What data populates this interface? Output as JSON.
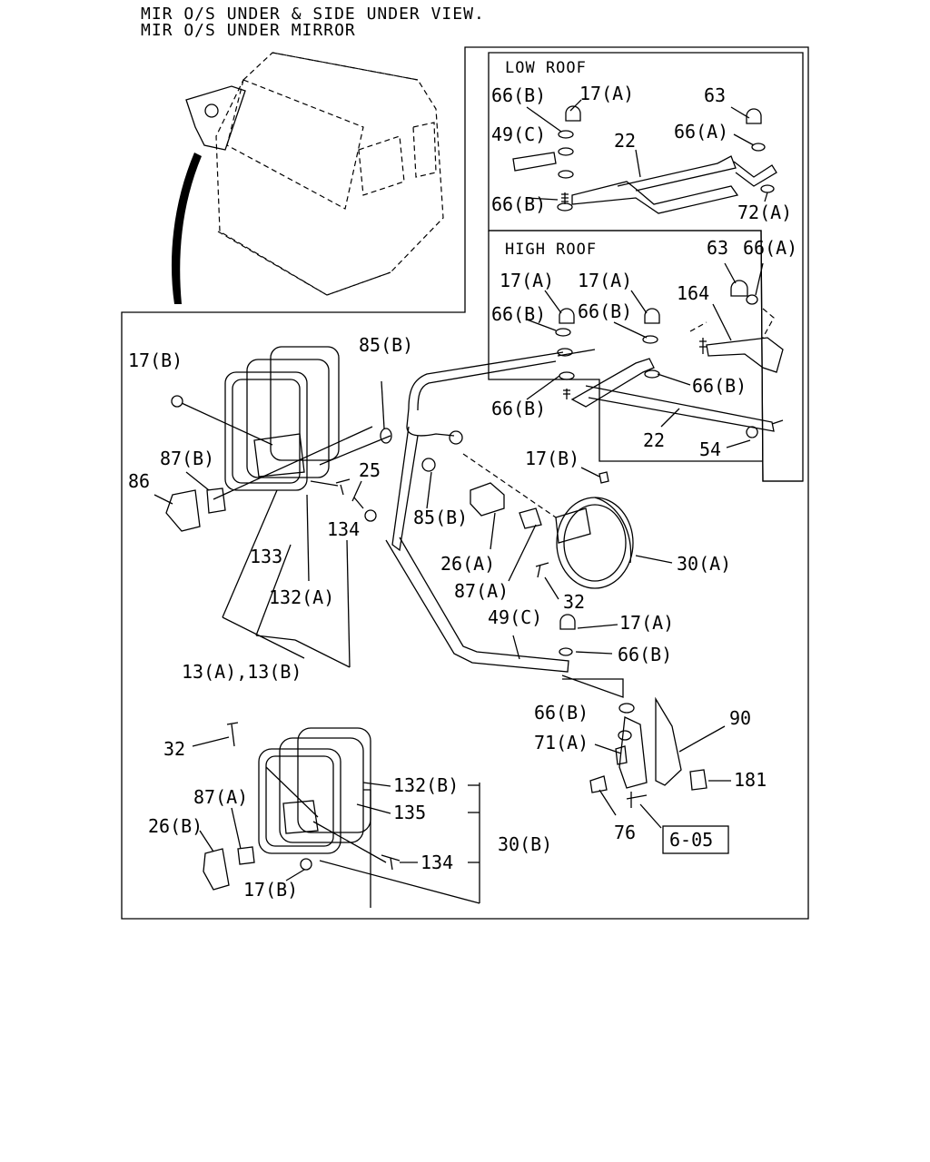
{
  "header": {
    "line1": "MIR O/S UNDER & SIDE UNDER VIEW.",
    "line2": "MIR O/S UNDER MIRROR"
  },
  "sections": {
    "low_roof": "LOW ROOF",
    "high_roof": "HIGH ROOF"
  },
  "labels": {
    "low_66b_top": "66(B)",
    "low_17a": "17(A)",
    "low_63": "63",
    "low_49c": "49(C)",
    "low_22": "22",
    "low_66a": "66(A)",
    "low_66b_bot": "66(B)",
    "low_72a": "72(A)",
    "high_63": "63",
    "high_66a": "66(A)",
    "high_17a_l": "17(A)",
    "high_17a_r": "17(A)",
    "high_164": "164",
    "high_66b_l": "66(B)",
    "high_66b_m": "66(B)",
    "high_66b_r": "66(B)",
    "high_66b_bot": "66(B)",
    "high_22": "22",
    "high_54": "54",
    "m_17b_top": "17(B)",
    "m_85b_top": "85(B)",
    "m_87b": "87(B)",
    "m_86": "86",
    "m_25": "25",
    "m_134_top": "134",
    "m_133": "133",
    "m_132a": "132(A)",
    "m_13ab": "13(A),13(B)",
    "m_85b_mid": "85(B)",
    "m_17b_mid": "17(B)",
    "m_26a": "26(A)",
    "m_87a_mid": "87(A)",
    "m_30a": "30(A)",
    "m_32_mid": "32",
    "m_49c": "49(C)",
    "m_17a": "17(A)",
    "m_66b_a": "66(B)",
    "m_66b_b": "66(B)",
    "m_90": "90",
    "m_71a": "71(A)",
    "m_181": "181",
    "m_76": "76",
    "m_ref": "6-05",
    "b_32": "32",
    "b_87a": "87(A)",
    "b_26b": "26(B)",
    "b_17b": "17(B)",
    "b_132b": "132(B)",
    "b_135": "135",
    "b_134": "134",
    "b_30b": "30(B)"
  }
}
